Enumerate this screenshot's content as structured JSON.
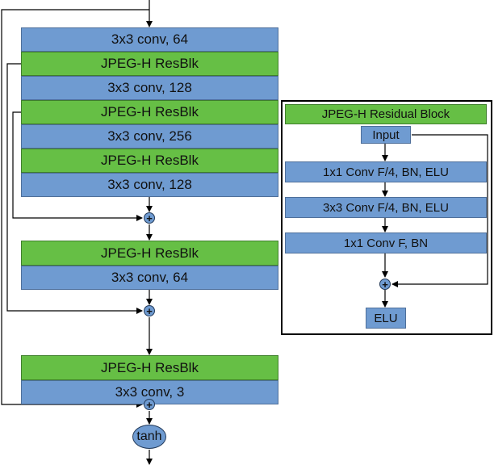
{
  "main_network": {
    "blocks": [
      {
        "label": "3x3 conv, 64",
        "kind": "conv"
      },
      {
        "label": "JPEG-H ResBlk",
        "kind": "resblock"
      },
      {
        "label": "3x3 conv, 128",
        "kind": "conv"
      },
      {
        "label": "JPEG-H ResBlk",
        "kind": "resblock"
      },
      {
        "label": "3x3 conv, 256",
        "kind": "conv"
      },
      {
        "label": "JPEG-H ResBlk",
        "kind": "resblock"
      },
      {
        "label": "3x3 conv, 128",
        "kind": "conv"
      },
      {
        "label": "JPEG-H ResBlk",
        "kind": "resblock"
      },
      {
        "label": "3x3 conv, 64",
        "kind": "conv"
      },
      {
        "label": "JPEG-H ResBlk",
        "kind": "resblock"
      },
      {
        "label": "3x3 conv, 3",
        "kind": "conv"
      }
    ],
    "add_symbol": "+",
    "output_activation": "tanh"
  },
  "residual_block": {
    "title": "JPEG-H Residual Block",
    "input_label": "Input",
    "layers": [
      "1x1 Conv F/4, BN, ELU",
      "3x3 Conv F/4, BN, ELU",
      "1x1 Conv F, BN"
    ],
    "add_symbol": "+",
    "output_label": "ELU"
  },
  "colors": {
    "conv": "#6f9bd1",
    "resblock": "#66bf45",
    "line": "#000000"
  }
}
